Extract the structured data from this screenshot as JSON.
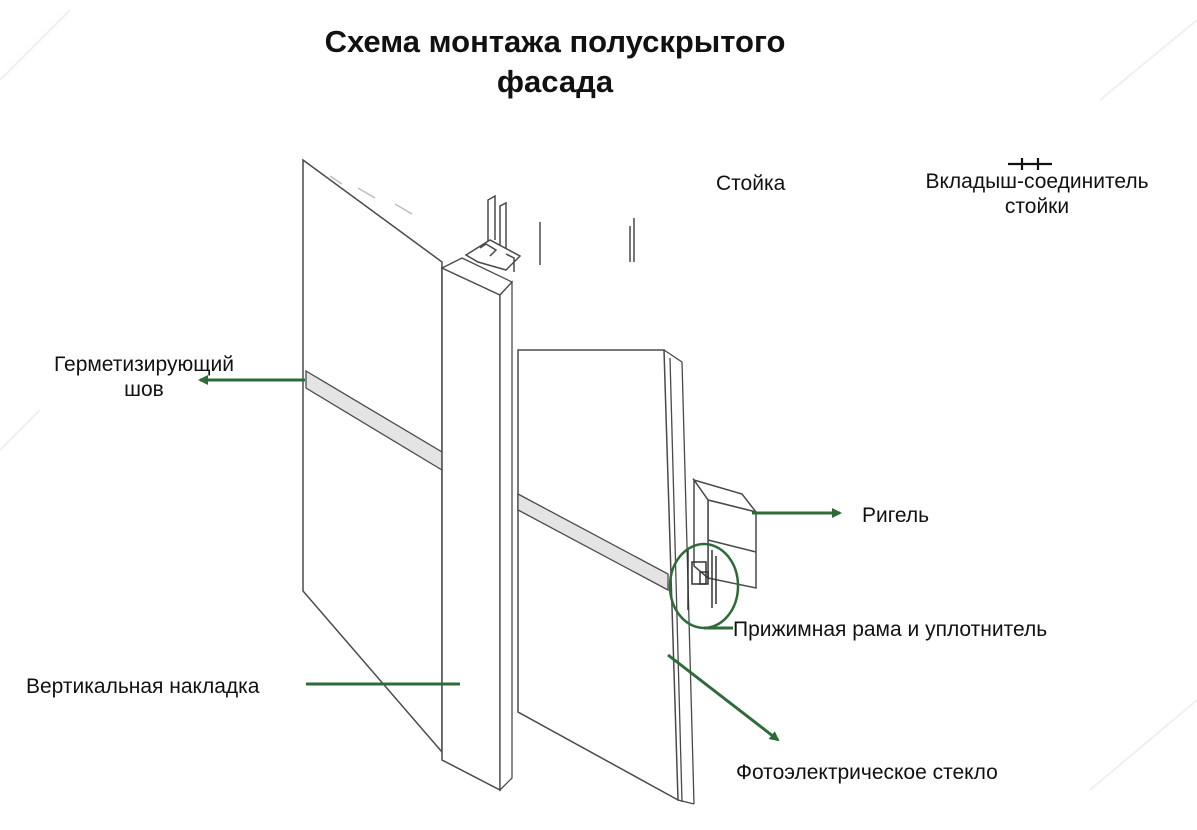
{
  "title_line1": "Схема монтажа полускрытого",
  "title_line2": "фасада",
  "labels": {
    "stoyka": "Стойка",
    "vkladysh_line1": "Вкладыш-соединитель",
    "vkladysh_line2": "стойки",
    "germetik_line1": "Герметизирующий",
    "germetik_line2": "шов",
    "rigel": "Ригель",
    "prizhimnaya": "Прижимная рама и уплотнитель",
    "vertikalnaya": "Вертикальная накладка",
    "foto_steklo": "Фотоэлектрическое стекло"
  },
  "colors": {
    "leader": "#2f6b3a",
    "outline": "#4a4a4a",
    "seam_fill": "#e4e4e4",
    "background": "#ffffff"
  }
}
